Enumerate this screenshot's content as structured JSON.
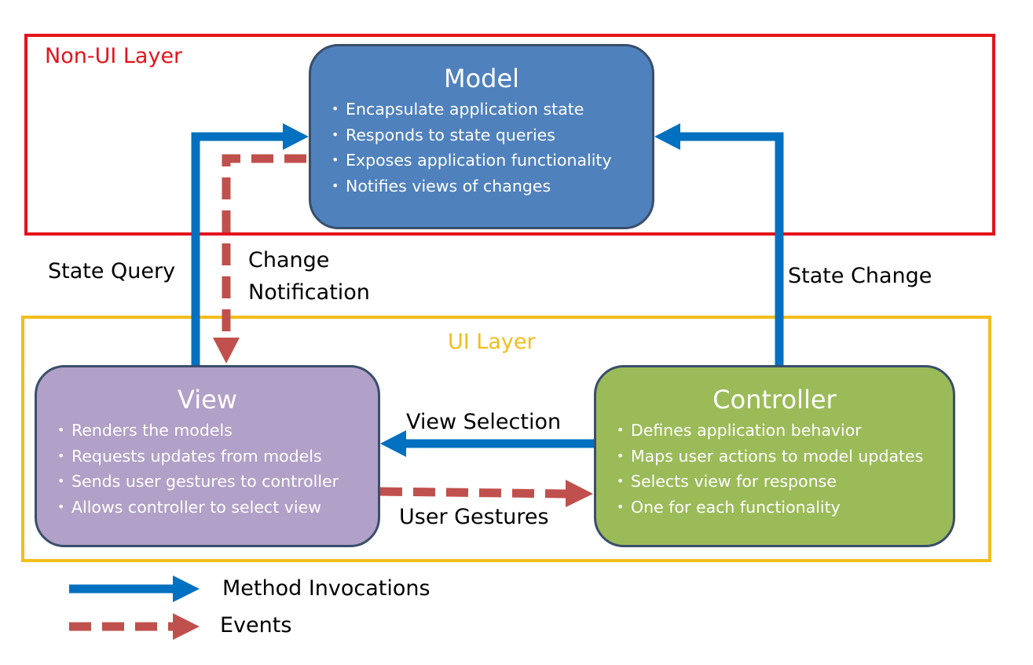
{
  "layers": {
    "non_ui": {
      "label": "Non-UI Layer",
      "color": "#e3141b"
    },
    "ui": {
      "label": "UI Layer",
      "color": "#f4bd1a"
    }
  },
  "model": {
    "title": "Model",
    "items": [
      "Encapsulate application state",
      "Responds to state queries",
      "Exposes application functionality",
      "Notifies views of changes"
    ],
    "color": "#4f81bd"
  },
  "view": {
    "title": "View",
    "items": [
      "Renders the models",
      "Requests updates from models",
      "Sends user gestures to controller",
      "Allows controller to select view"
    ],
    "color": "#b1a0c7"
  },
  "controller": {
    "title": "Controller",
    "items": [
      "Defines application behavior",
      "Maps user actions to model updates",
      "Selects view for response",
      "One for each functionality"
    ],
    "color": "#9bbb59"
  },
  "connections": {
    "state_query": "State Query",
    "change_notification": [
      "Change",
      "Notification"
    ],
    "state_change": "State Change",
    "view_selection": "View Selection",
    "user_gestures": "User Gestures"
  },
  "legend": {
    "method": "Method Invocations",
    "events": "Events",
    "method_color": "#0070c0",
    "event_color": "#c0504d"
  }
}
